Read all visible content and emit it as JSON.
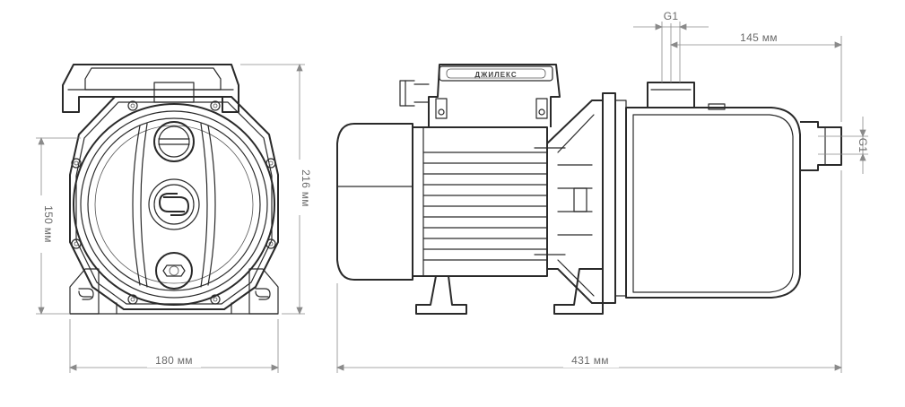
{
  "dimensions": {
    "front_width": "180 мм",
    "front_height_inner": "150 мм",
    "front_height_total": "216 мм",
    "side_length": "431 мм",
    "inlet_offset": "145 мм",
    "inlet_thread": "G1",
    "outlet_thread": "G1"
  },
  "nameplate": {
    "brand": "ДЖИЛЕКС"
  },
  "colors": {
    "line": "#2a2a2a",
    "dimension": "#8a8a8a",
    "text": "#6a6a6a",
    "background": "#ffffff"
  },
  "icons": {
    "front_logo": "brand-logo-icon",
    "foot_logo": "brand-logo-small-icon"
  }
}
